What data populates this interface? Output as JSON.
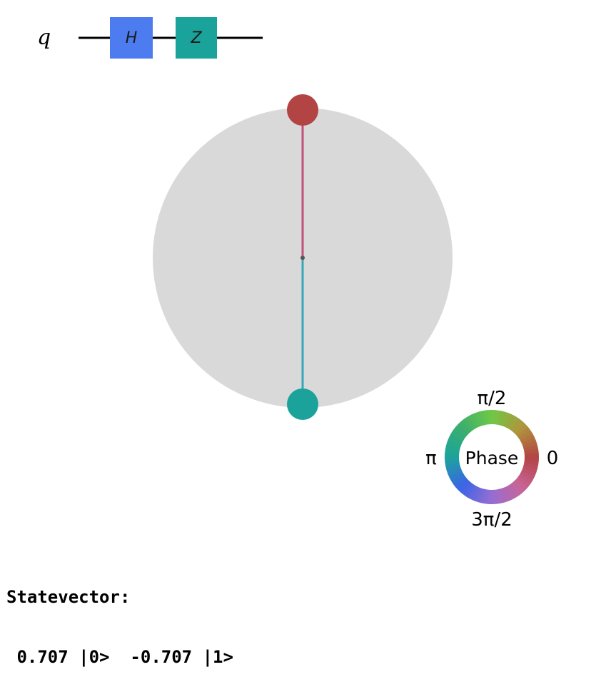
{
  "circuit": {
    "qubit_label": "q",
    "gates": [
      {
        "label": "H",
        "color": "#4d7cf0"
      },
      {
        "label": "Z",
        "color": "#1aa39a"
      }
    ],
    "wire_color": "#000000"
  },
  "qsphere": {
    "sphere_color": "#d9d9d9",
    "states": [
      {
        "basis": "0",
        "amplitude": 0.707,
        "phase_deg": 0,
        "color": "#b24443",
        "stem_color": "#c0507a"
      },
      {
        "basis": "1",
        "amplitude": -0.707,
        "phase_deg": 180,
        "color": "#1ba39b",
        "stem_color": "#3aa6b8"
      }
    ]
  },
  "phase_legend": {
    "center_label": "Phase",
    "labels": {
      "top": "π/2",
      "left": "π",
      "right": "0",
      "bottom": "3π/2"
    }
  },
  "statevector": {
    "title": "Statevector:",
    "terms": [
      {
        "amplitude": "0.707",
        "ket": "|0>"
      },
      {
        "amplitude": "-0.707",
        "ket": "|1>"
      }
    ]
  }
}
